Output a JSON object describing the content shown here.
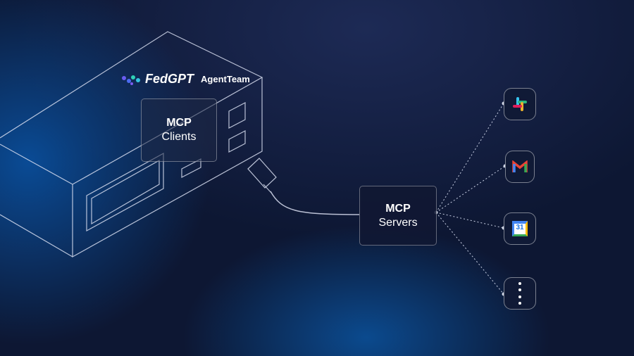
{
  "logo": {
    "brand": "FedGPT",
    "sub": "AgentTeam"
  },
  "clients": {
    "title": "MCP",
    "subtitle": "Clients"
  },
  "servers": {
    "title": "MCP",
    "subtitle": "Servers"
  },
  "apps": [
    {
      "icon": "slack-icon"
    },
    {
      "icon": "gmail-icon"
    },
    {
      "icon": "google-calendar-icon",
      "label": "31"
    },
    {
      "icon": "more-icon"
    }
  ]
}
